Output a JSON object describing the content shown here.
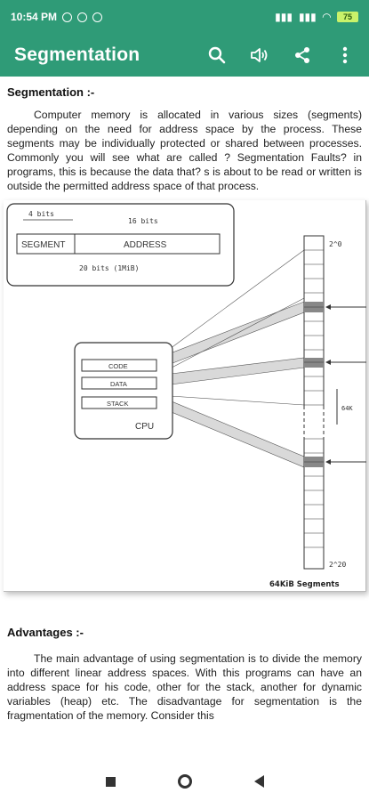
{
  "status_bar": {
    "time": "10:54 PM",
    "battery": "75"
  },
  "app_bar": {
    "title": "Segmentation",
    "icons": [
      "search-icon",
      "speaker-icon",
      "share-icon",
      "more-vert-icon"
    ]
  },
  "section1": {
    "heading": "Segmentation :-",
    "paragraph": "Computer memory is allocated in various sizes (segments) depending on the need for address space by the process. These segments may be individually protected or shared between processes. Commonly you will see what are called ? Segmentation Faults? in programs, this is because the data that? s is about to be read or written is outside the permitted address space of that process."
  },
  "diagram": {
    "bits_segment": "4 bits",
    "bits_address": "16 bits",
    "segment_label": "SEGMENT",
    "address_label": "ADDRESS",
    "bits_total": "20 bits (1MiB)",
    "code_label": "CODE",
    "data_label": "DATA",
    "stack_label": "STACK",
    "cpu_label": "CPU",
    "top_addr": "2^0",
    "bottom_addr": "2^20",
    "size_label": "64K",
    "caption": "64KiB Segments"
  },
  "section2": {
    "heading": "Advantages :-",
    "paragraph": "The main advantage of using segmentation is to divide the memory into different linear address spaces. With this programs can have an address space for his code, other for the stack, another for dynamic variables (heap) etc. The disadvantage for segmentation is the fragmentation of the memory. Consider this"
  },
  "nav": {
    "icons": [
      "recents-icon",
      "home-icon",
      "back-icon"
    ]
  }
}
